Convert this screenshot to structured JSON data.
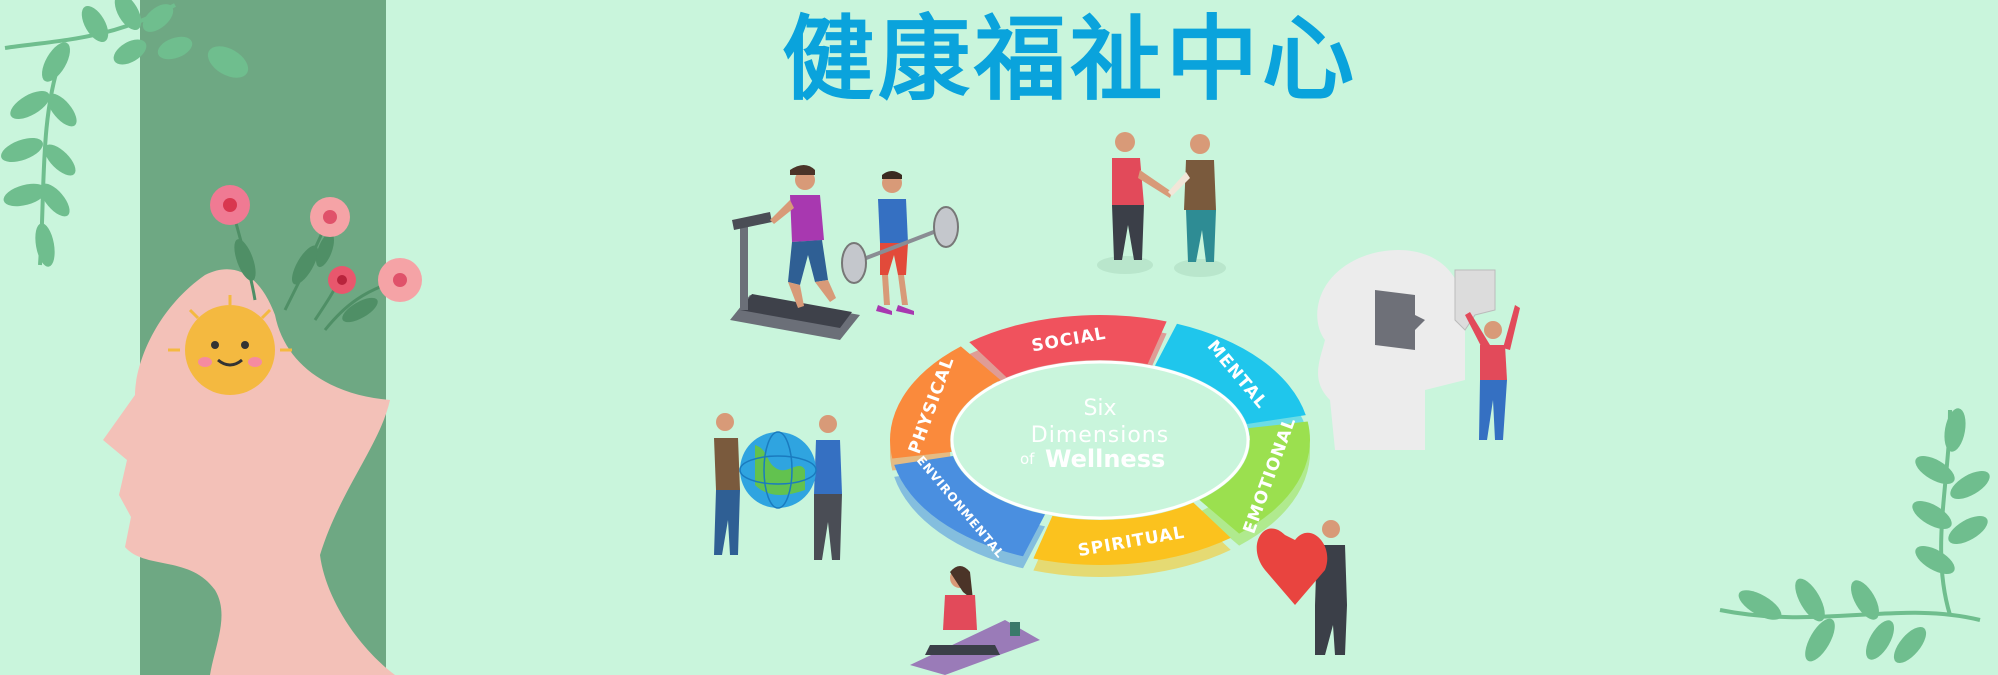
{
  "header": {
    "title": "健康福祉中心"
  },
  "wheel": {
    "center_line1": "Six",
    "center_line2": "Dimensions",
    "center_of": "of",
    "center_line3": "Wellness",
    "segments": [
      {
        "label": "SOCIAL",
        "color": "#f0525d"
      },
      {
        "label": "MENTAL",
        "color": "#1fc6ec"
      },
      {
        "label": "EMOTIONAL",
        "color": "#9be04f"
      },
      {
        "label": "SPIRITUAL",
        "color": "#fbc21e"
      },
      {
        "label": "ENVIRONMENTAL",
        "color": "#4a8fe0"
      },
      {
        "label": "PHYSICAL",
        "color": "#fa8a3c"
      }
    ]
  },
  "colors": {
    "background": "#c9f5dc",
    "strip": "#6ea883",
    "title": "#0aa3dc",
    "face": "#f3c1b8"
  },
  "icons": [
    "leaf-branch-icon",
    "flower-icon",
    "sun-face-icon",
    "treadmill-icon",
    "barbell-icon",
    "handshake-icon",
    "puzzle-head-icon",
    "globe-icon",
    "heart-icon",
    "yoga-mat-icon"
  ]
}
